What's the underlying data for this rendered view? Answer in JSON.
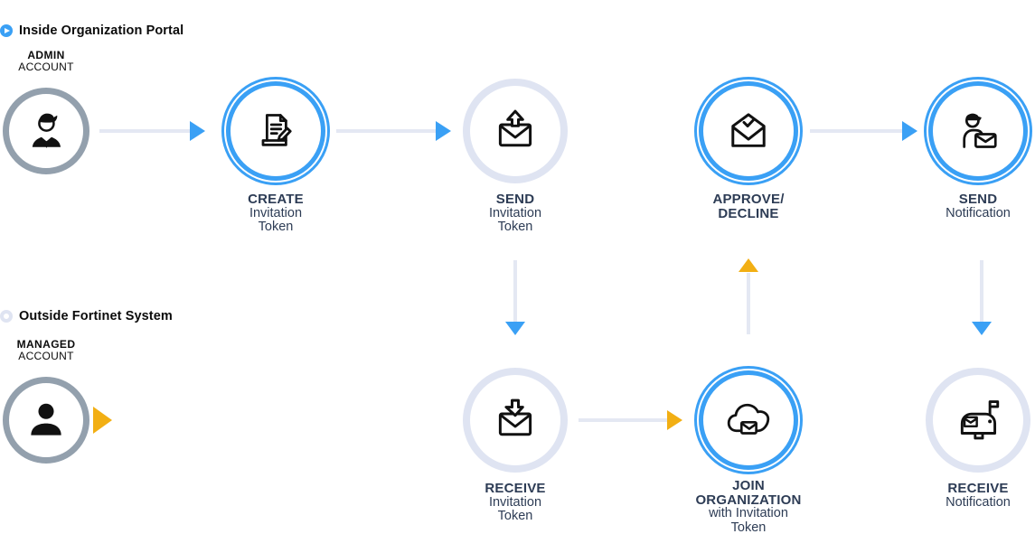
{
  "legend": {
    "inside_label": "Inside Organization Portal",
    "outside_label": "Outside Fortinet System"
  },
  "accounts": {
    "admin": {
      "line1": "ADMIN",
      "line2": "ACCOUNT"
    },
    "managed": {
      "line1": "MANAGED",
      "line2": "ACCOUNT"
    }
  },
  "steps": {
    "create": {
      "title": "CREATE",
      "sub1": "Invitation",
      "sub2": "Token"
    },
    "send_token": {
      "title": "SEND",
      "sub1": "Invitation",
      "sub2": "Token"
    },
    "approve_decline": {
      "title1": "APPROVE/",
      "title2": "DECLINE"
    },
    "send_notification": {
      "title": "SEND",
      "sub1": "Notification"
    },
    "receive_token": {
      "title": "RECEIVE",
      "sub1": "Invitation",
      "sub2": "Token"
    },
    "join_organization": {
      "title1": "JOIN",
      "title2": "ORGANIZATION",
      "sub1": "with Invitation",
      "sub2": "Token"
    },
    "receive_notification": {
      "title": "RECEIVE",
      "sub1": "Notification"
    }
  },
  "icons": {
    "inside_legend": "blue-dot-arrow-icon",
    "outside_legend": "light-ring-icon",
    "admin": "businessman-icon",
    "create": "document-pen-icon",
    "send_token": "envelope-up-icon",
    "approve_decline": "envelope-check-icon",
    "send_notification": "mailman-icon",
    "managed": "user-icon",
    "receive_token": "envelope-down-icon",
    "join_organization": "cloud-envelope-icon",
    "receive_notification": "mailbox-icon"
  },
  "colors": {
    "accent_blue": "#3AA0F5",
    "accent_yellow": "#F2AF14",
    "ring_light": "#DFE4F2",
    "ring_gray": "#93A0AD",
    "line_gray": "#E4E8F3",
    "text_dark": "#2D3C55",
    "text_black": "#0B0B0B"
  }
}
